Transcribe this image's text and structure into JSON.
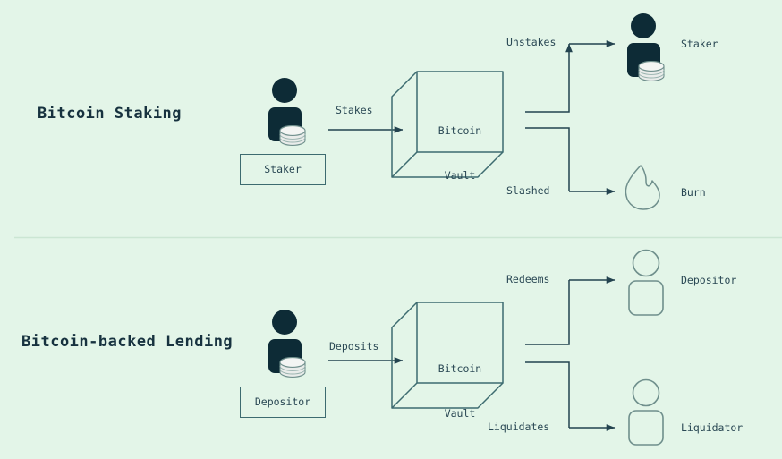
{
  "canvas": {
    "background": "#e3f5e8",
    "ink": "#12303c",
    "stroke": "#3d6b70",
    "icon_fill": "#0d2b36",
    "coin_fill": "#e8ebe9",
    "divider": "#cfe8d6"
  },
  "sections": [
    {
      "id": "bitcoin-staking",
      "title": "Bitcoin Staking",
      "source": {
        "icon": "person-with-coins-icon",
        "box_label": "Staker"
      },
      "in_edge": "Stakes",
      "vault": {
        "line1": "Bitcoin",
        "line2": "Vault"
      },
      "out_edges": [
        {
          "label": "Unstakes",
          "target": "Staker",
          "icon": "person-with-coins-icon"
        },
        {
          "label": "Slashed",
          "target": "Burn",
          "icon": "flame-icon"
        }
      ]
    },
    {
      "id": "bitcoin-backed-lending",
      "title": "Bitcoin-backed Lending",
      "source": {
        "icon": "person-with-coins-icon",
        "box_label": "Depositor"
      },
      "in_edge": "Deposits",
      "vault": {
        "line1": "Bitcoin",
        "line2": "Vault"
      },
      "out_edges": [
        {
          "label": "Redeems",
          "target": "Depositor",
          "icon": "person-outline-icon"
        },
        {
          "label": "Liquidates",
          "target": "Liquidator",
          "icon": "person-outline-icon"
        }
      ]
    }
  ]
}
